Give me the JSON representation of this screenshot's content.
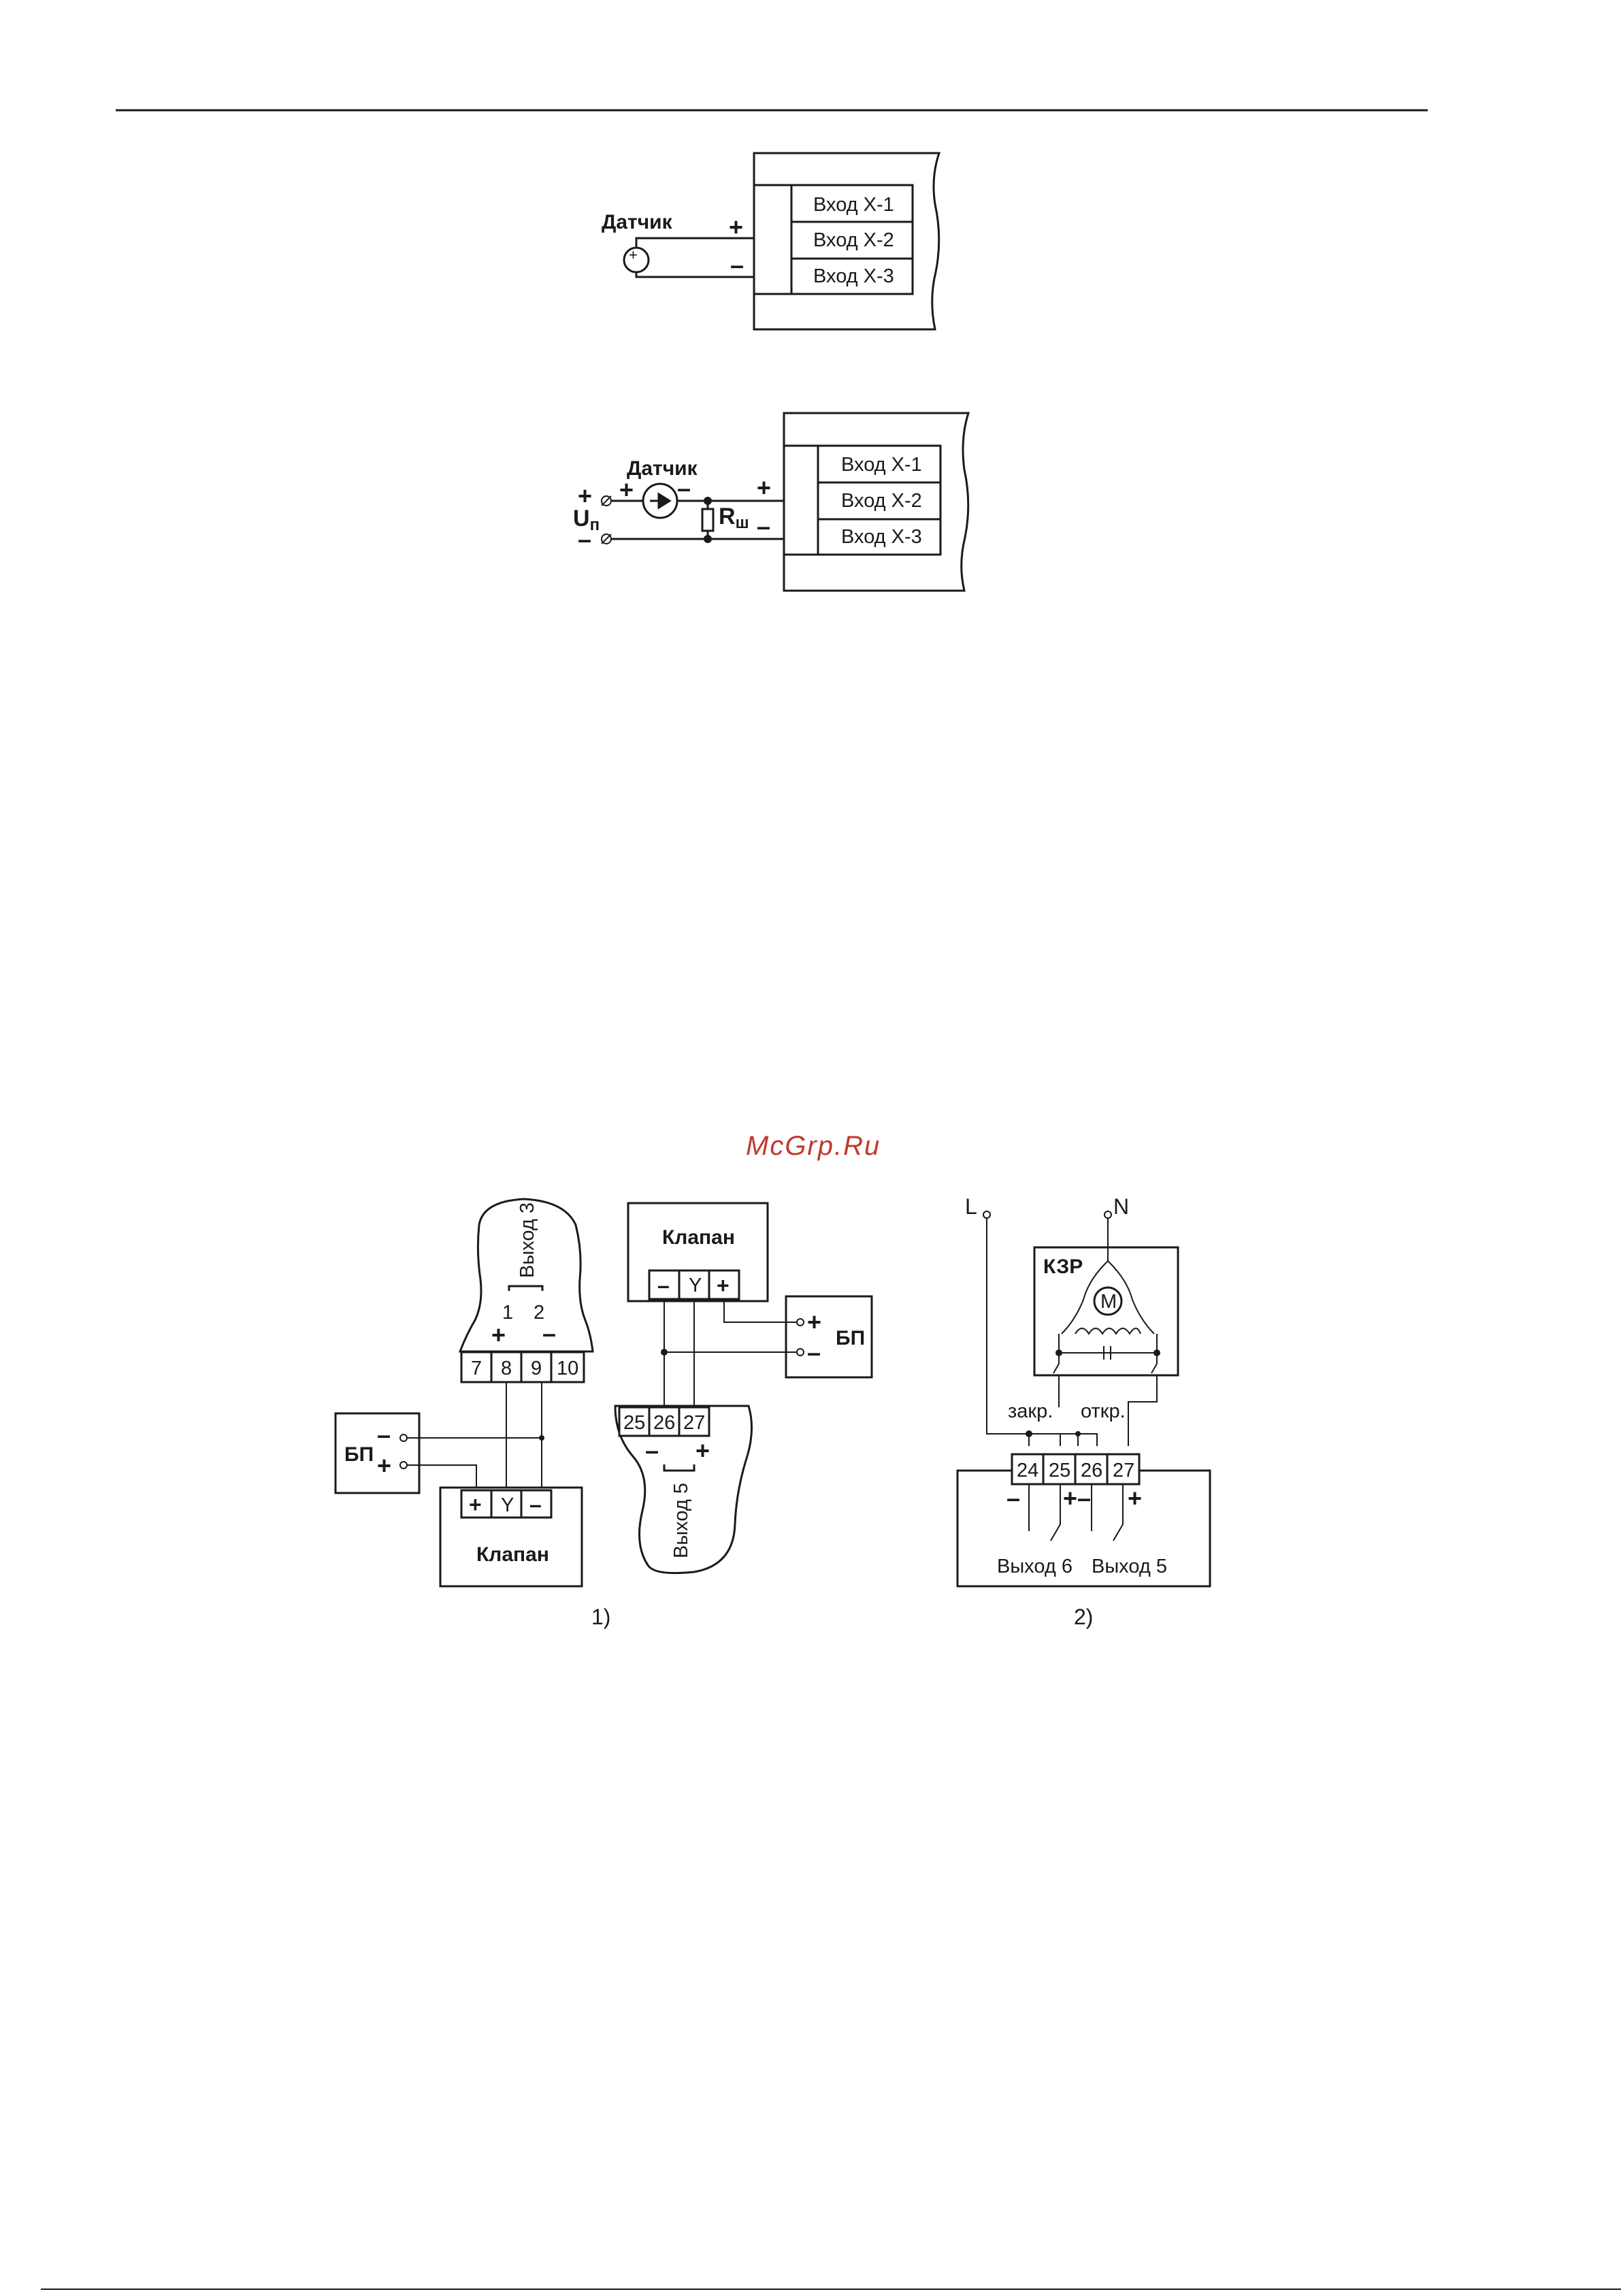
{
  "diagram_top": {
    "sensor_label": "Датчик",
    "plus": "+",
    "minus": "–",
    "inputs": [
      "Вход X-1",
      "Вход X-2",
      "Вход X-3"
    ]
  },
  "diagram_middle": {
    "sensor_label": "Датчик",
    "supply_label": "U",
    "supply_sub": "п",
    "shunt_label": "R",
    "shunt_sub": "ш",
    "plus": "+",
    "minus": "–",
    "inputs": [
      "Вход X-1",
      "Вход X-2",
      "Вход X-3"
    ]
  },
  "watermark": "McGrp.Ru",
  "diagram_1": {
    "caption": "1)",
    "output3_label": "Выход 3",
    "output5_label": "Выход 5",
    "pin_1": "1",
    "pin_2": "2",
    "terminals_left": [
      "7",
      "8",
      "9",
      "10"
    ],
    "terminals_right": [
      "25",
      "26",
      "27"
    ],
    "valve_label": "Клапан",
    "valve_pins": [
      "+",
      "Y",
      "–"
    ],
    "valve_top_pins": [
      "–",
      "Y",
      "+"
    ],
    "psu_label": "БП",
    "plus": "+",
    "minus": "–"
  },
  "diagram_2": {
    "caption": "2)",
    "L": "L",
    "N": "N",
    "kzr_label": "КЗР",
    "motor": "M",
    "close_label": "закр.",
    "open_label": "откр.",
    "terminals": [
      "24",
      "25",
      "26",
      "27"
    ],
    "output6": "Выход 6",
    "output5": "Выход 5",
    "polarity": [
      "–",
      "+–",
      "+"
    ]
  }
}
